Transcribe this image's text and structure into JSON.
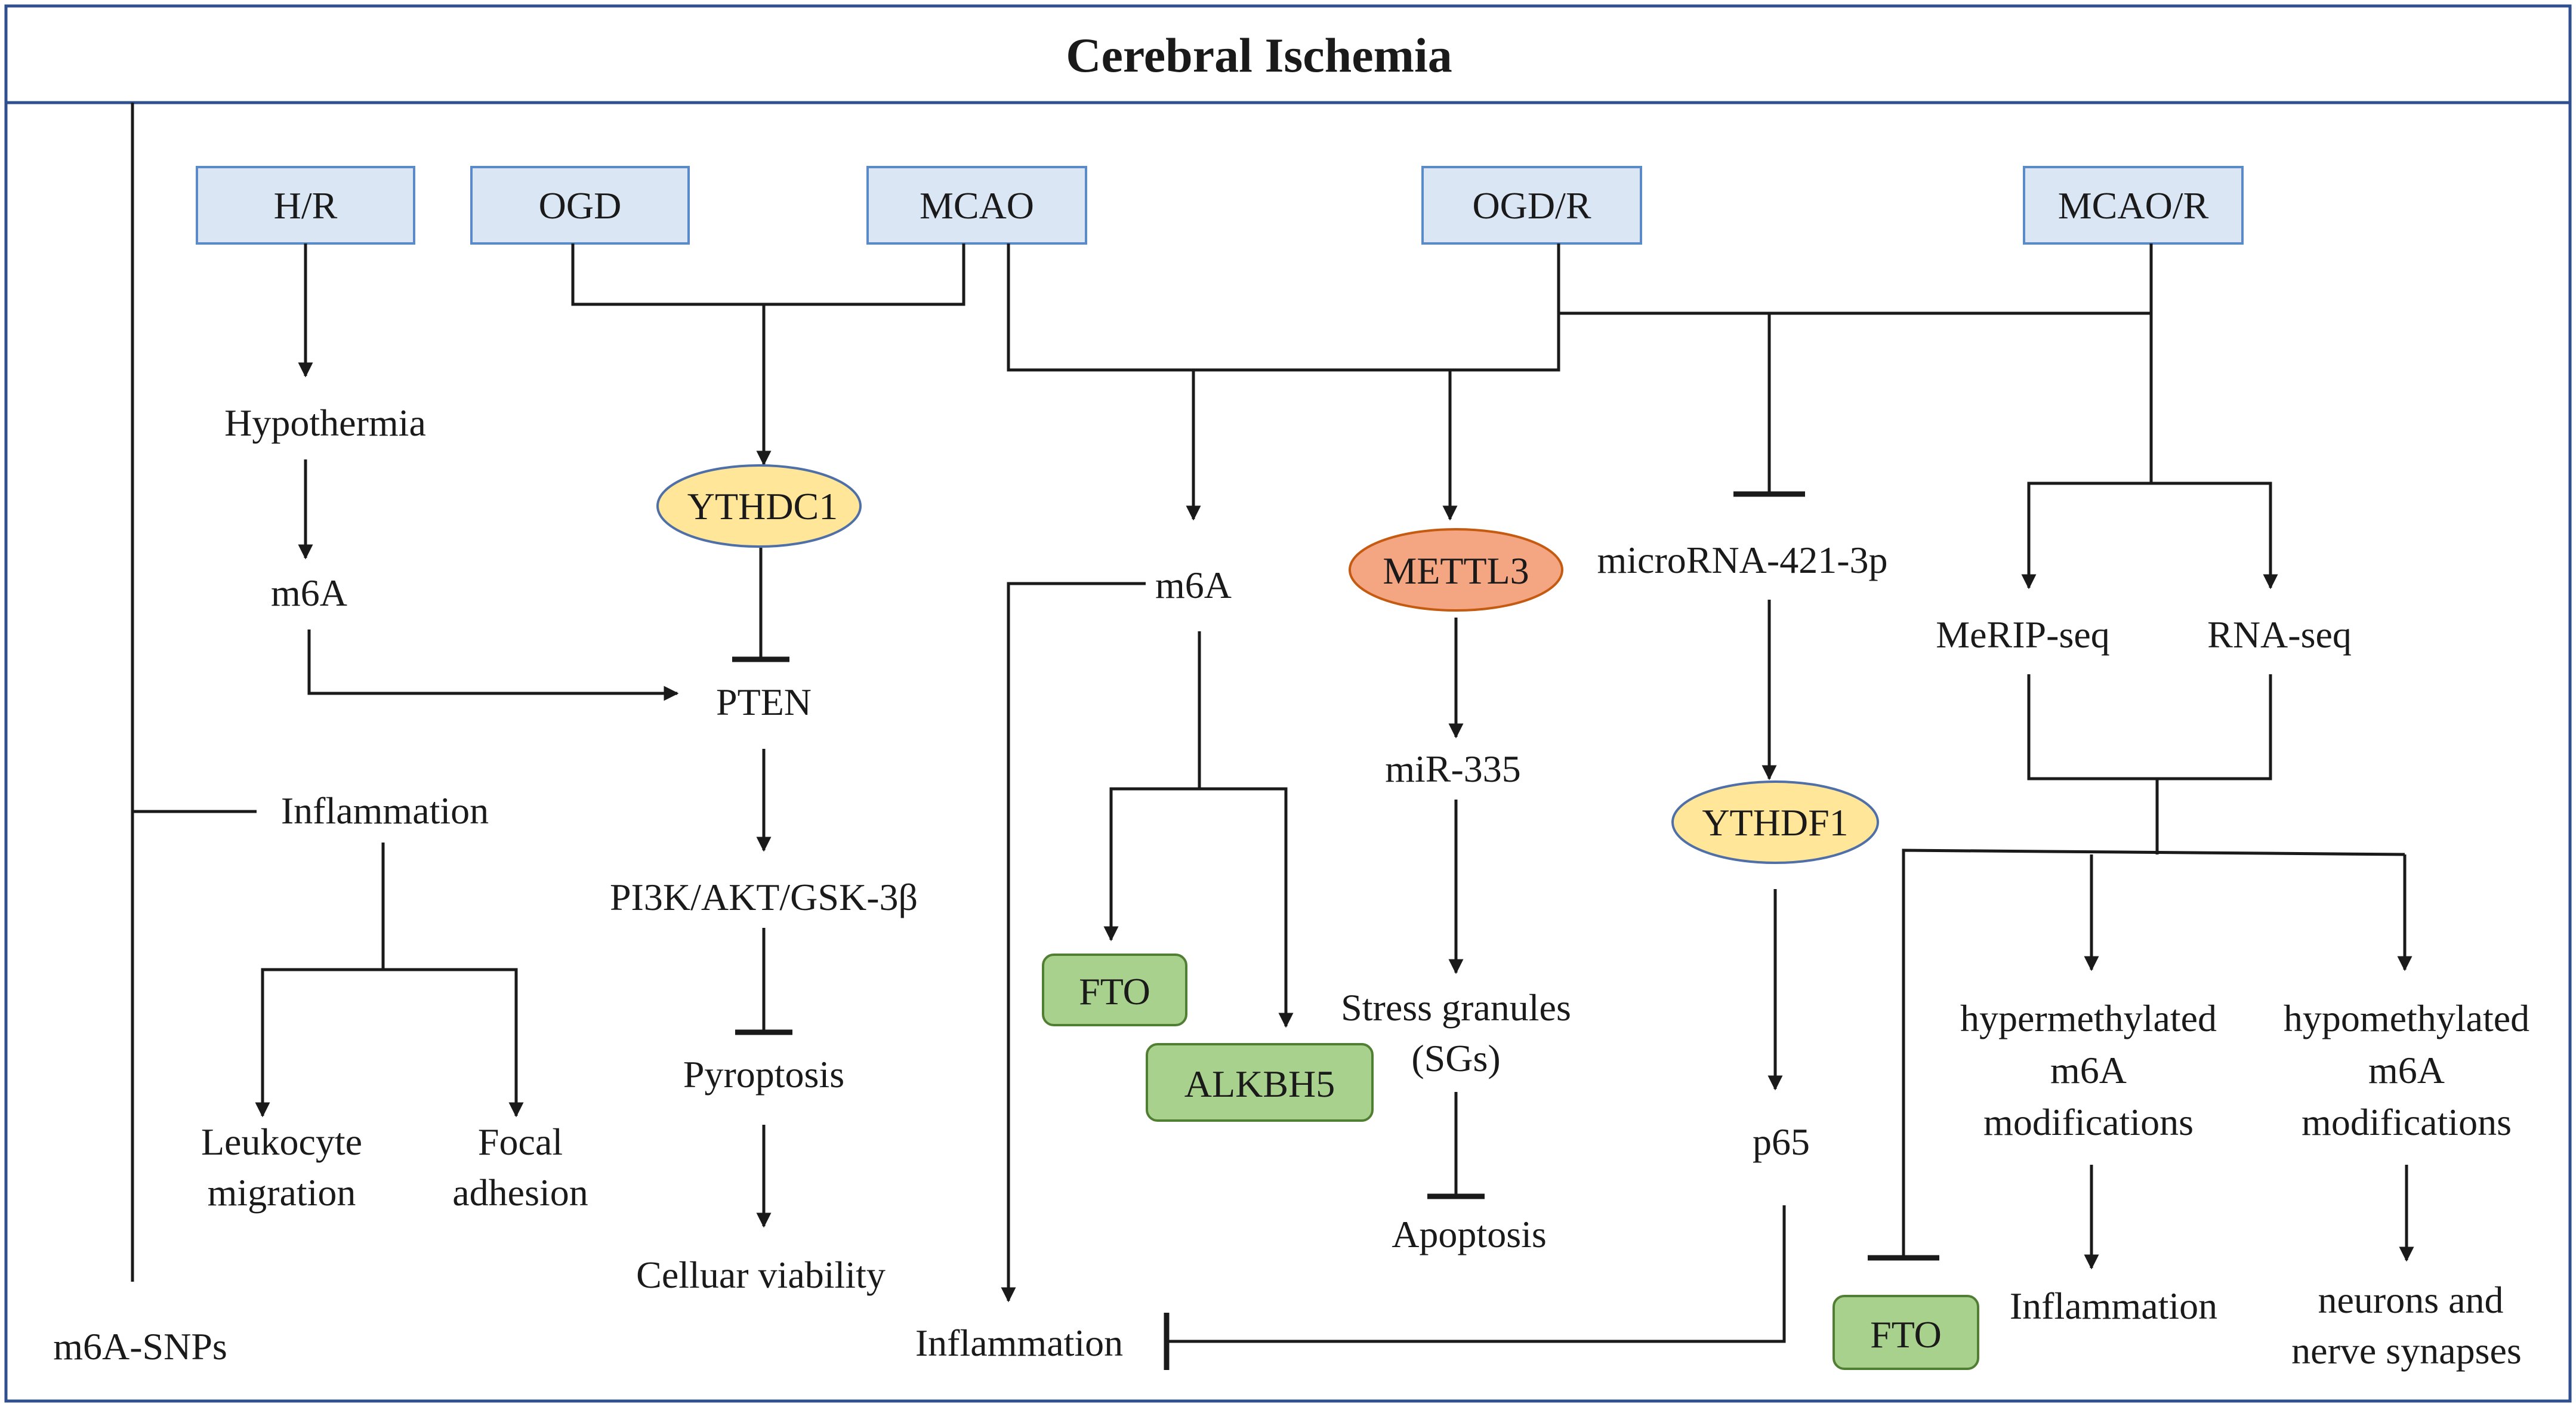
{
  "title": "Cerebral Ischemia",
  "nodes": {
    "hr": "H/R",
    "ogd": "OGD",
    "mcao": "MCAO",
    "ogdr": "OGD/R",
    "mcaor": "MCAO/R",
    "hypothermia": "Hypothermia",
    "m6a_left": "m6A",
    "ythdc1": "YTHDC1",
    "pten": "PTEN",
    "pi3k": "PI3K/AKT/GSK-3β",
    "pyroptosis": "Pyroptosis",
    "cellular_viability": "Celluar  viability",
    "inflammation_left": "Inflammation",
    "leukocyte_1": "Leukocyte",
    "leukocyte_2": "migration",
    "focal_1": "Focal",
    "focal_2": "adhesion",
    "m6a_snps": "m6A-SNPs",
    "m6a_mid": "m6A",
    "fto_mid": "FTO",
    "alkbh5": "ALKBH5",
    "inflammation_bottom": "Inflammation",
    "mettl3": "METTL3",
    "mir335": "miR-335",
    "stress_1": "Stress granules",
    "stress_2": "(SGs)",
    "apoptosis": "Apoptosis",
    "microrna": "microRNA-421-3p",
    "ythdf1": "YTHDF1",
    "p65": "p65",
    "merip": "MeRIP-seq",
    "rnaseq": "RNA-seq",
    "hyper_1": "hypermethylated",
    "hyper_2": "m6A",
    "hyper_3": "modifications",
    "hypo_1": "hypomethylated",
    "hypo_2": "m6A",
    "hypo_3": "modifications",
    "inflammation_right": "Inflammation",
    "neurons_1": "neurons and",
    "neurons_2": "nerve synapses",
    "fto_right": "FTO"
  }
}
